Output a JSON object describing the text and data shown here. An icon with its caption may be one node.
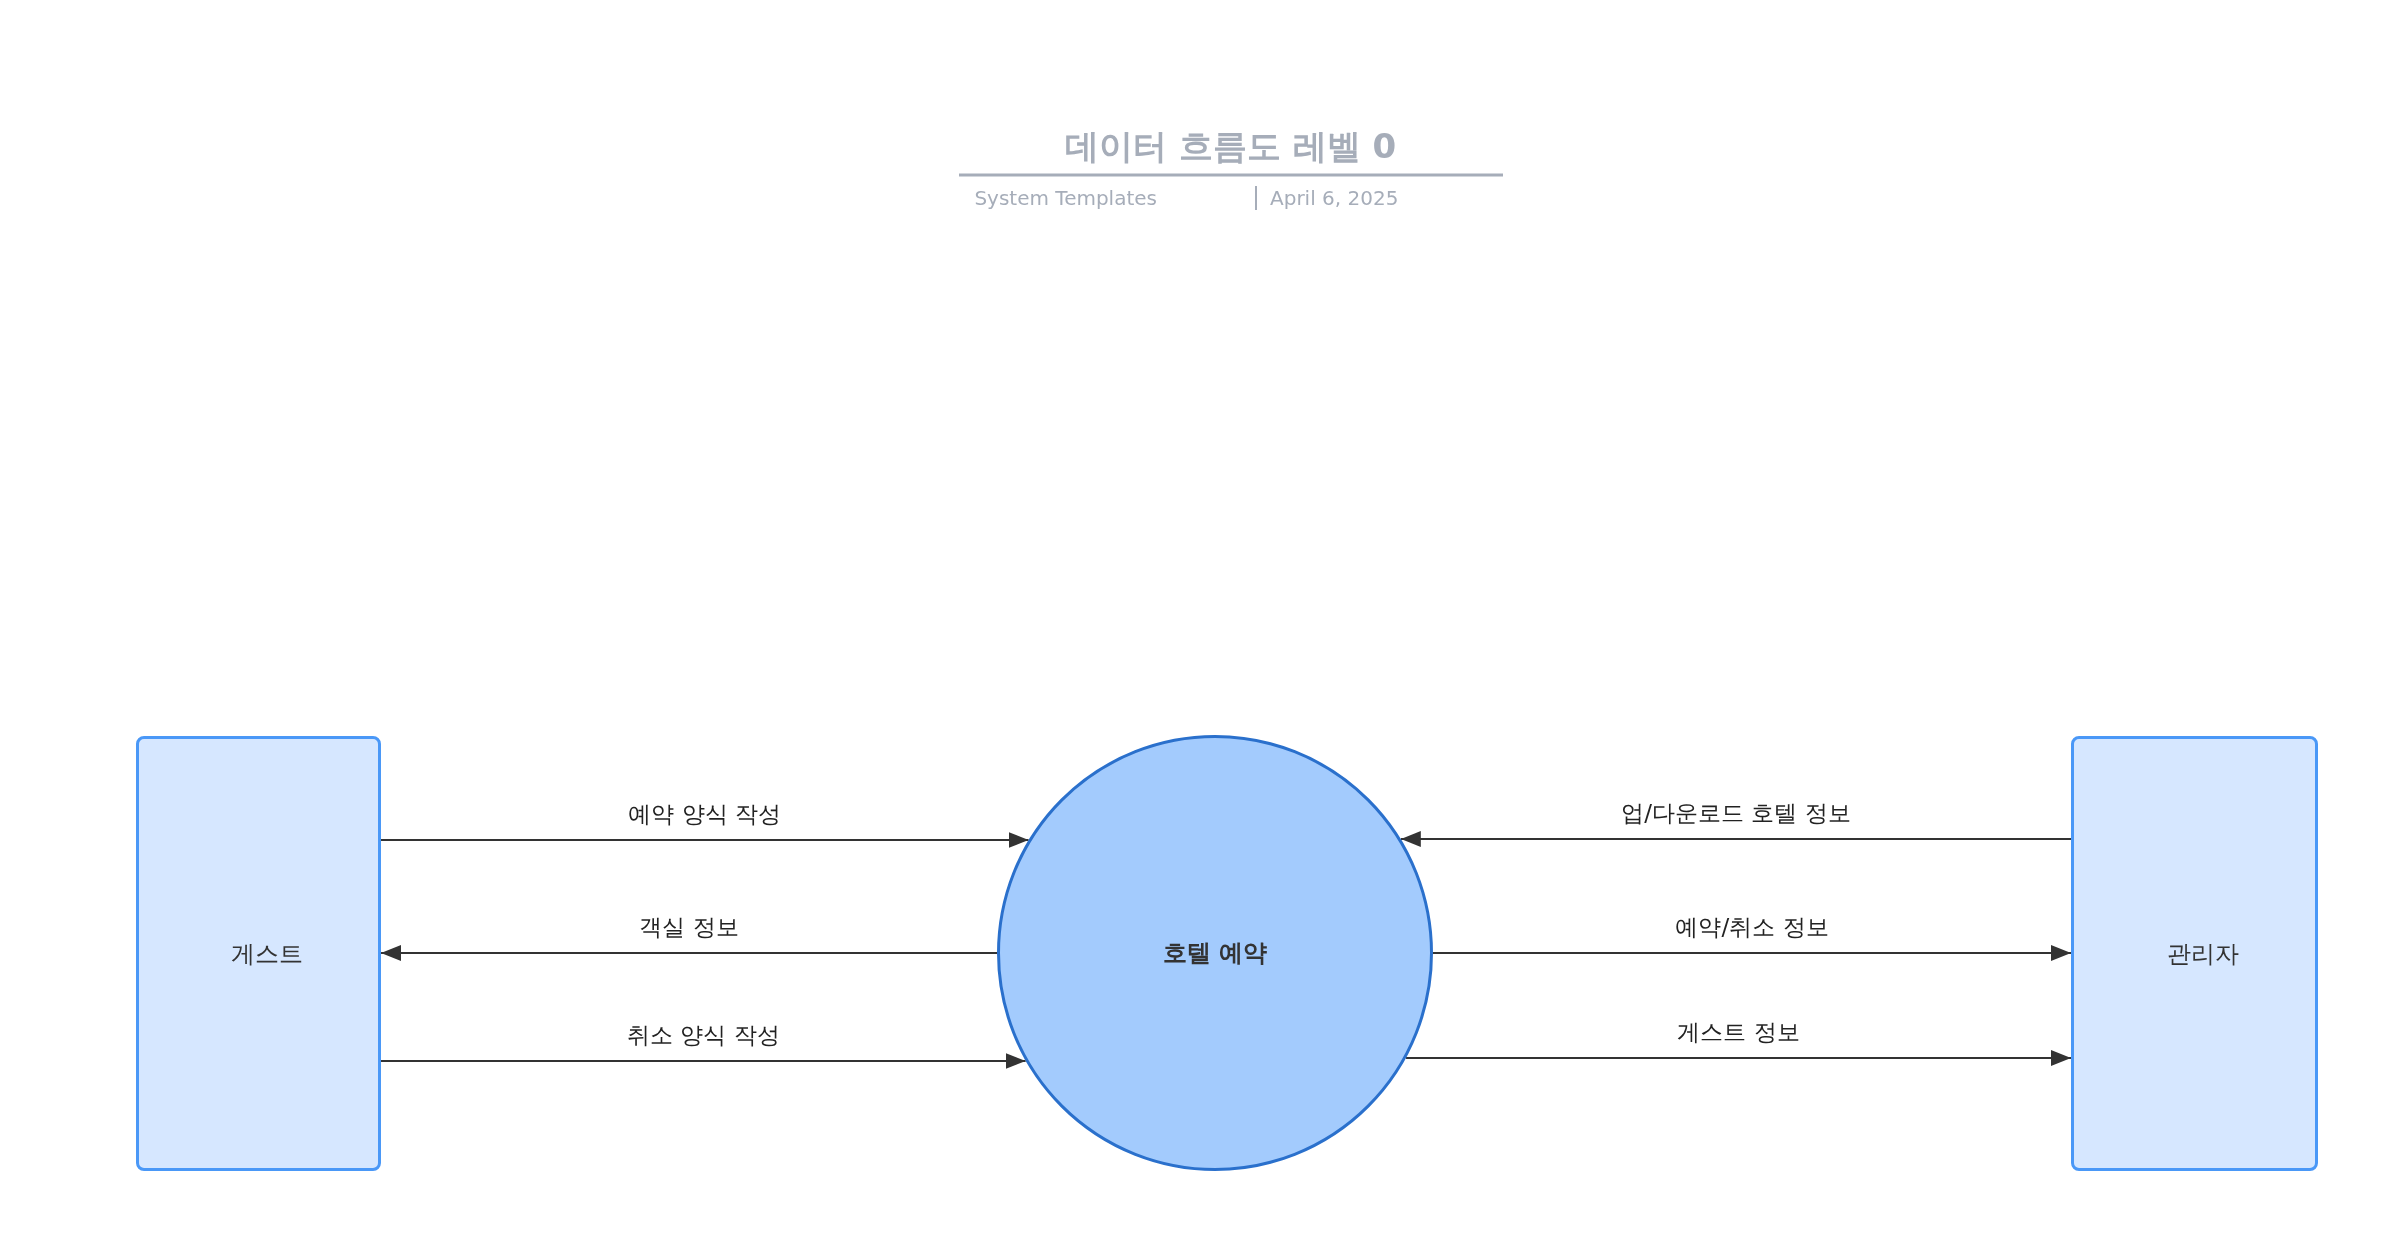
{
  "diagram": {
    "title": "데이터 흐름도 레벨 0",
    "nodes": [
      {
        "text": [
          "게스트"
        ]
      },
      {
        "text": [
          "호텔 예약"
        ]
      },
      {
        "text": [
          "관리자"
        ]
      }
    ],
    "edges": [
      {
        "from": 0,
        "to": 1,
        "arrow": "to",
        "label": "예약 양식 작성"
      },
      {
        "from": 1,
        "to": 0,
        "arrow": "to",
        "label": "객실 정보"
      },
      {
        "from": 0,
        "to": 1,
        "arrow": "to",
        "label": "취소 양식 작성"
      },
      {
        "from": 2,
        "to": 1,
        "arrow": "to",
        "label": "업/다운로드 호텔 정보"
      },
      {
        "from": 1,
        "to": 2,
        "arrow": "to",
        "label": "예약/취소 정보"
      },
      {
        "from": 1,
        "to": 2,
        "arrow": "to",
        "label": "게스트 정보"
      }
    ],
    "labels": [
      "System Templates",
      "April 6, 2025"
    ]
  }
}
